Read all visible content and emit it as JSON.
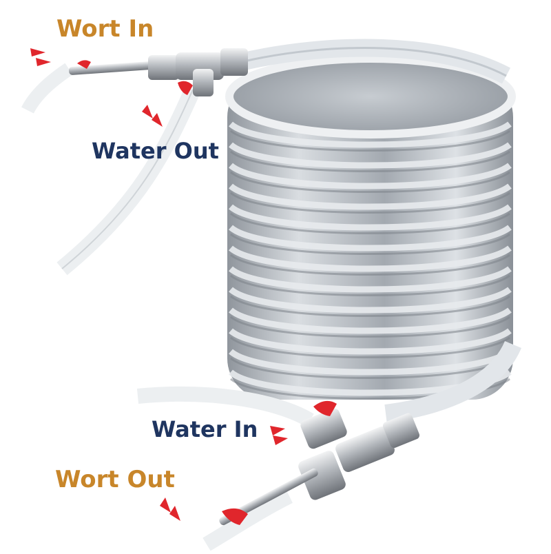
{
  "labels": {
    "wort_in": "Wort In",
    "water_out": "Water Out",
    "water_in": "Water In",
    "wort_out": "Wort Out"
  },
  "colors": {
    "wort_label": "#c8862a",
    "water_label": "#1f3560",
    "arrow": "#e0262c",
    "valve_handle": "#e0262c",
    "tubing": "#dfe3e7",
    "coil": "#b9bec4",
    "steel": "#a9adb2"
  },
  "icons": {
    "arrow": "double-chevron-arrow-icon",
    "valve": "valve-handle-icon"
  }
}
